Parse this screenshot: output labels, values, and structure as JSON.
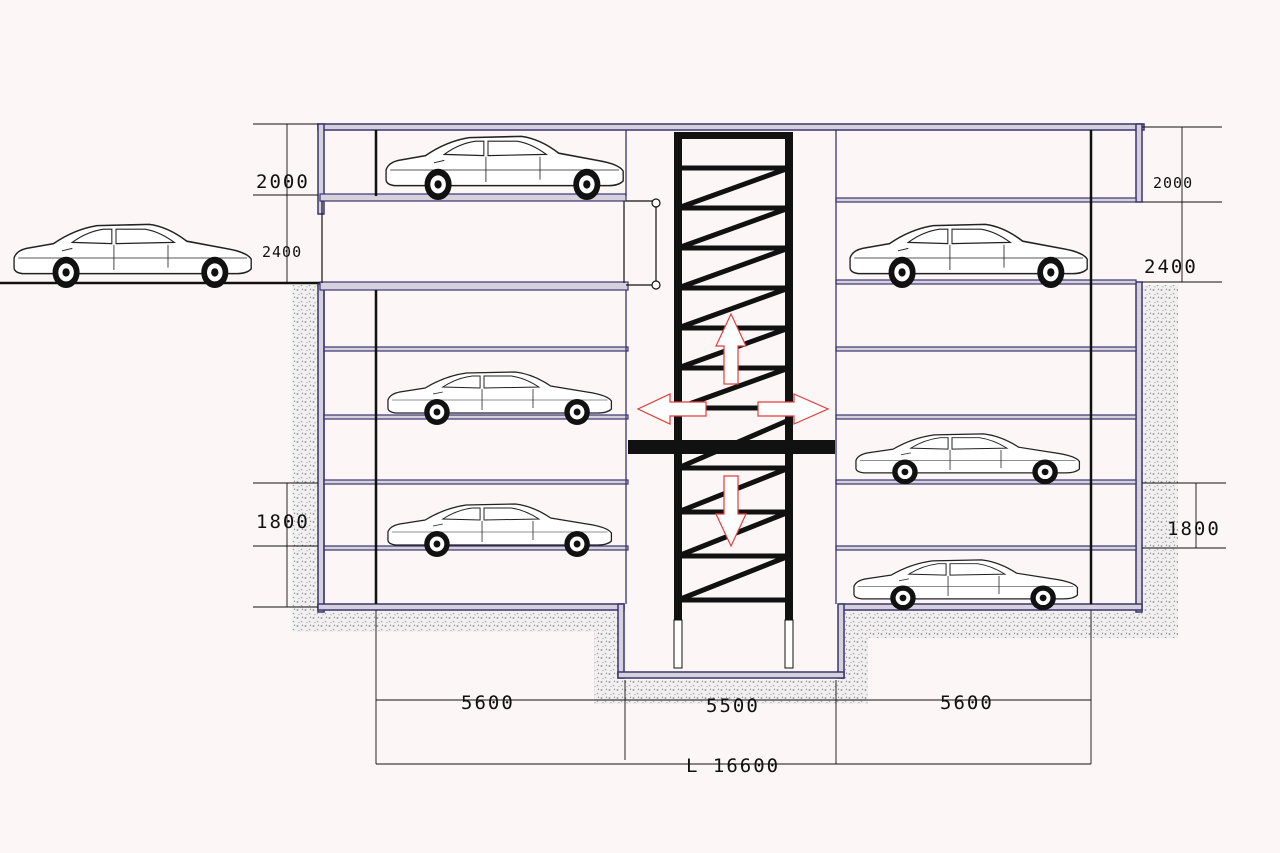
{
  "dimensions": {
    "top_floor_left": "2000",
    "top_floor_right": "2000",
    "entrance_left": "2400",
    "entrance_right": "2400",
    "lower_floor_left": "1800",
    "lower_floor_right": "1800",
    "bay_left": "5600",
    "shaft": "5500",
    "bay_right": "5600",
    "total_length": "L 16600"
  },
  "colors": {
    "background": "#fdf6f6",
    "wall": "#3b3470",
    "slab": "#d6d2dd",
    "lift_frame": "#111111",
    "arrow": "#e23c3c",
    "soil": "#bdbdbd"
  },
  "icons": [
    "car-icon",
    "up-arrow-icon",
    "down-arrow-icon",
    "left-arrow-icon",
    "right-arrow-icon"
  ]
}
